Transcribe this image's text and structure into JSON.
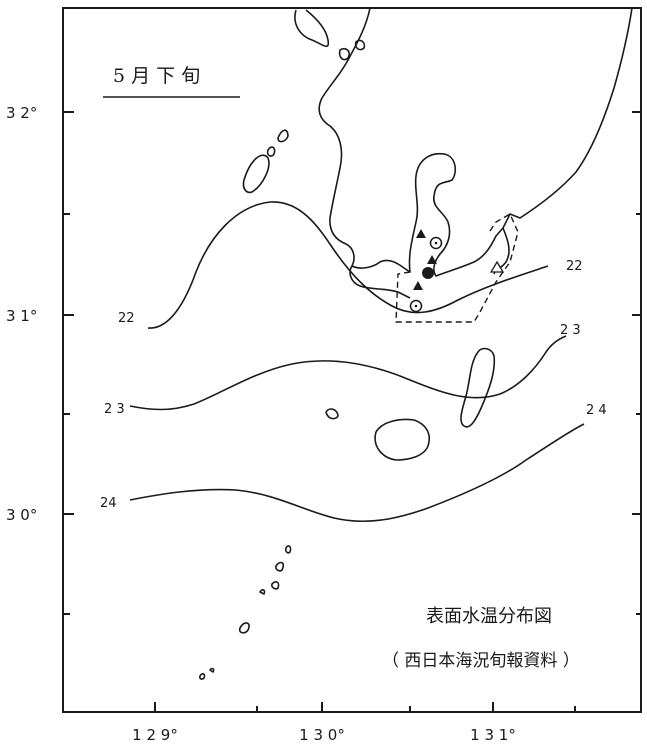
{
  "map": {
    "title": "5 月 下 旬",
    "caption_line1": "表面水温分布図",
    "caption_line2": "（ 西日本海況旬報資料 ）",
    "lat_labels": [
      "3 2°",
      "3 1°",
      "3 0°"
    ],
    "lon_labels": [
      "1 2 9°",
      "1 3 0°",
      "1 3 1°"
    ],
    "isotherm_labels": {
      "i22_west": "22",
      "i22_east": "22",
      "i23_west": "2 3",
      "i23_east": "2 3",
      "i24_west": "24",
      "i24_east": "2 4"
    },
    "colors": {
      "ink": "#1a1a1a",
      "background": "#ffffff"
    }
  }
}
